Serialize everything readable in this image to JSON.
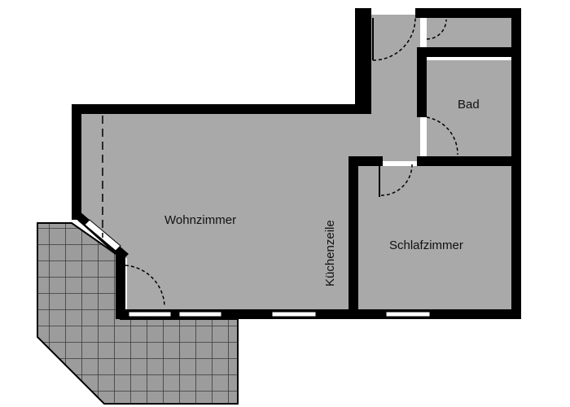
{
  "colors": {
    "wall": "#000000",
    "floor": "#a9a9a9",
    "terrace": "#9c9c9c",
    "terrace_grid": "#3a3a3a",
    "window": "#ffffff",
    "background": "#ffffff"
  },
  "rooms": {
    "wohnzimmer": "Wohnzimmer",
    "kuechenzeile": "Küchenzeile",
    "schlafzimmer": "Schlafzimmer",
    "bad": "Bad"
  }
}
